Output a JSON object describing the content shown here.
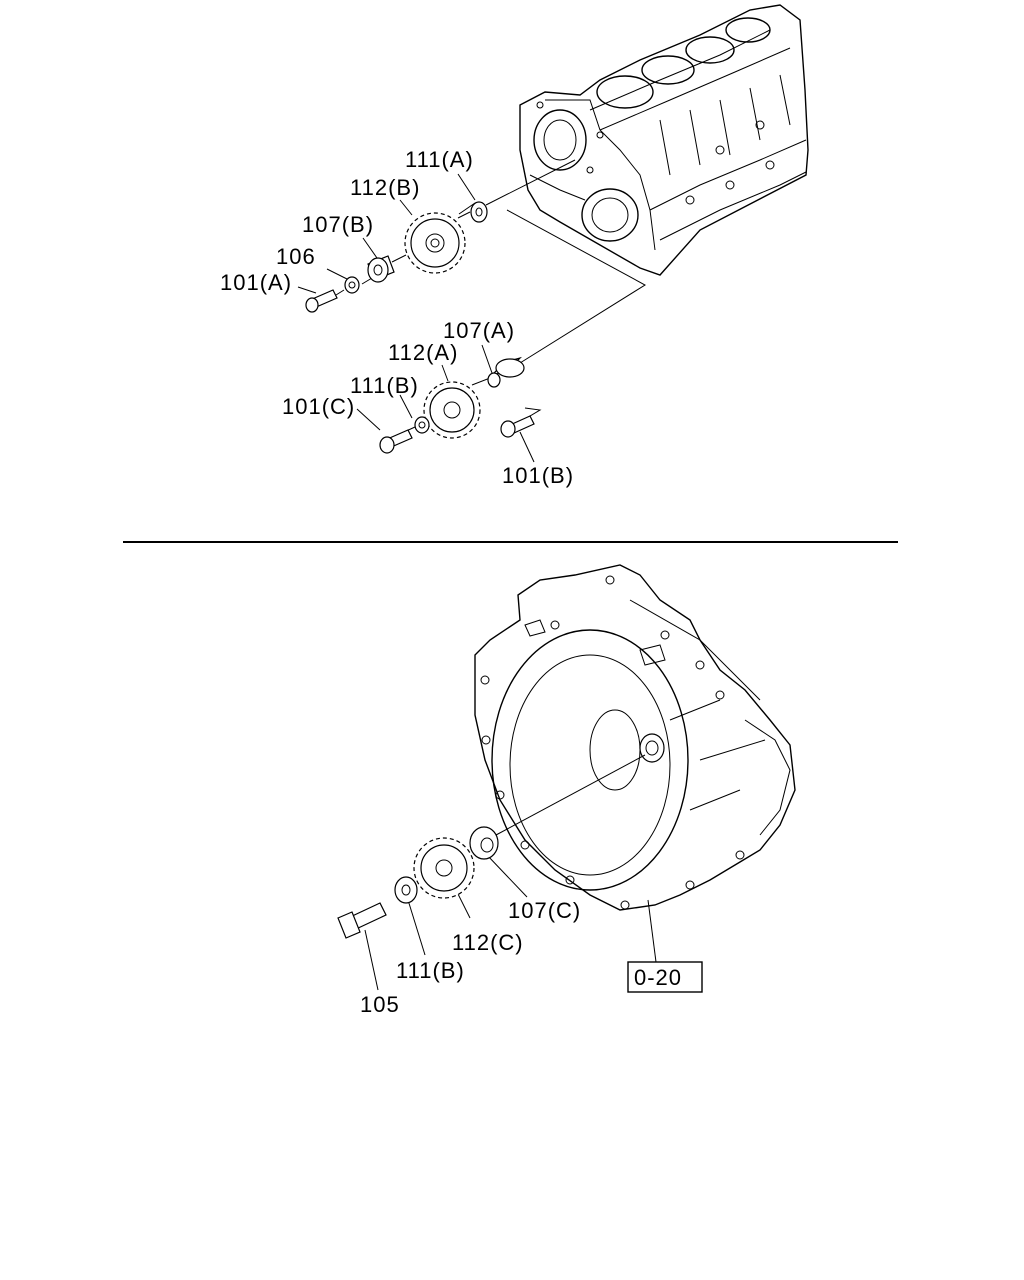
{
  "upper_section": {
    "labels": {
      "l111A": "111(A)",
      "l112B": "112(B)",
      "l107B": "107(B)",
      "l106": "106",
      "l101A": "101(A)",
      "l107A": "107(A)",
      "l112A": "112(A)",
      "l111B_top": "111(B)",
      "l101C": "101(C)",
      "l101B": "101(B)"
    }
  },
  "lower_section": {
    "labels": {
      "l107C": "107(C)",
      "l112C": "112(C)",
      "l111B_bottom": "111(B)",
      "l105": "105"
    },
    "reference": "0-20"
  }
}
